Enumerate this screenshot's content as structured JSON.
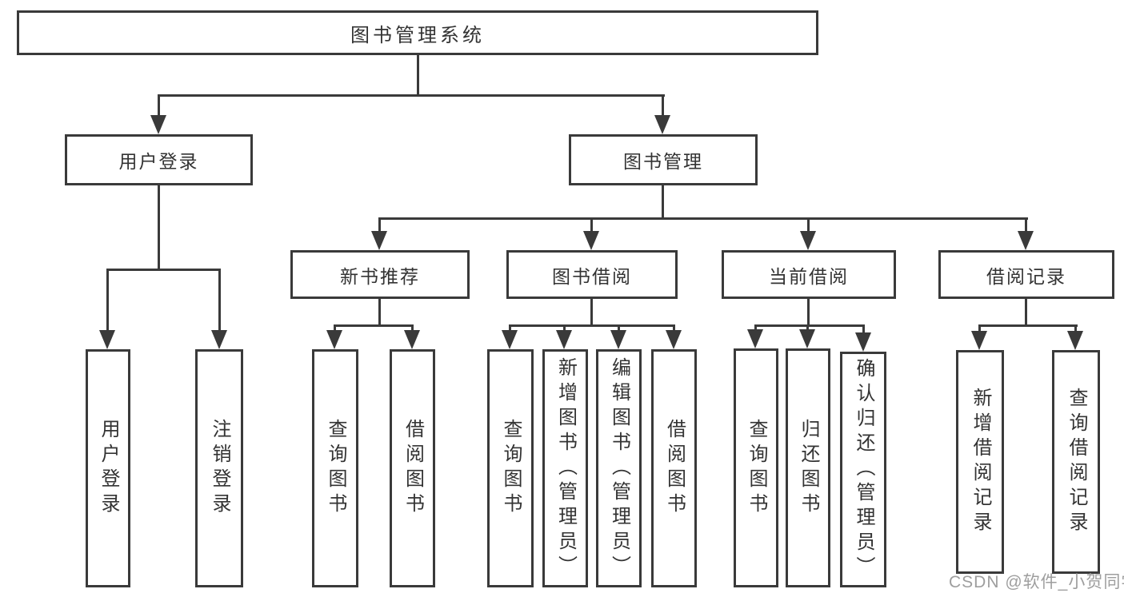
{
  "colors": {
    "line": "#3a3a3a",
    "text": "#333333",
    "watermark": "#9e9e9e"
  },
  "diagram": {
    "root": "图书管理系统",
    "level2": {
      "user_login": "用户登录",
      "book_management": "图书管理"
    },
    "level3": {
      "new_book_recommend": "新书推荐",
      "book_borrow": "图书借阅",
      "current_borrow": "当前借阅",
      "borrow_records": "借阅记录"
    },
    "leaves": {
      "user_login_1": "用户登录",
      "user_login_2": "注销登录",
      "new_book_1": "查询图书",
      "new_book_2": "借阅图书",
      "borrow_1": "查询图书",
      "borrow_2": "新增图书（管理员）",
      "borrow_3": "编辑图书（管理员）",
      "borrow_4": "借阅图书",
      "current_1": "查询图书",
      "current_2": "归还图书",
      "current_3": "确认归还（管理员）",
      "records_1": "新增借阅记录",
      "records_2": "查询借阅记录"
    },
    "watermark": "CSDN @软件_小贺同学"
  }
}
